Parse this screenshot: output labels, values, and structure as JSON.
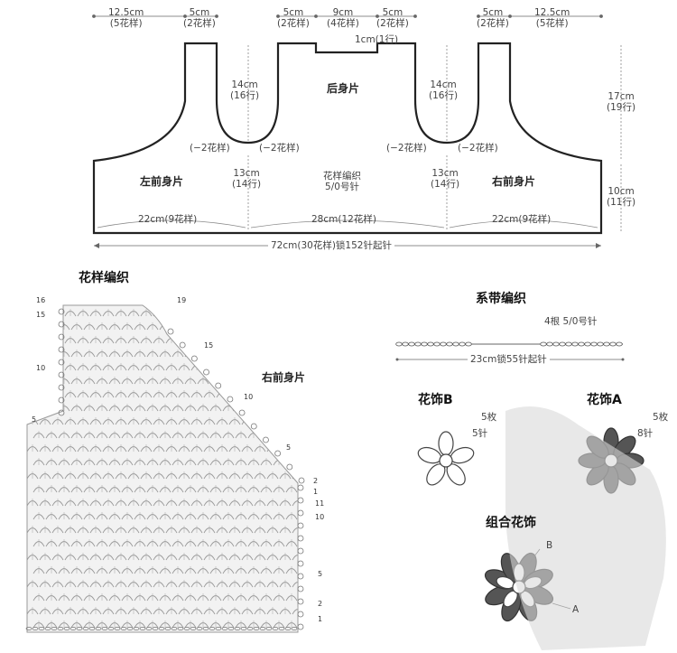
{
  "schematic": {
    "top_dims": [
      "12.5cm",
      "(5花样)",
      "5cm",
      "(2花样)",
      "5cm",
      "(2花样)",
      "9cm",
      "(4花样)",
      "5cm",
      "(2花样)",
      "5cm",
      "(2花样)",
      "12.5cm",
      "(5花样)"
    ],
    "center_1cm": "1cm(1行)",
    "back_piece": "后身片",
    "armhole_left": [
      "14cm",
      "(16行)"
    ],
    "armhole_right": [
      "14cm",
      "(16行)"
    ],
    "dec_left_a": "(−2花样)",
    "dec_left_b": "(−2花样)",
    "dec_right_a": "(−2花样)",
    "dec_right_b": "(−2花样)",
    "side_left": [
      "13cm",
      "(14行)"
    ],
    "side_right": [
      "13cm",
      "(14行)"
    ],
    "left_front": "左前身片",
    "right_front": "右前身片",
    "pattern_center": [
      "花样编织",
      "5/0号针"
    ],
    "right_17": [
      "17cm",
      "(19行)"
    ],
    "right_10": [
      "10cm",
      "(11行)"
    ],
    "bottom_left": "22cm(9花样)",
    "bottom_mid": "28cm(12花样)",
    "bottom_right": "22cm(9花样)",
    "total": "72cm(30花样)锁152针起针"
  },
  "chart": {
    "title": "花样编织",
    "piece_label": "右前身片",
    "left_rows": [
      "16",
      "15",
      "10",
      "5"
    ],
    "right_rows": [
      "19",
      "15",
      "10",
      "5",
      "2",
      "1",
      "11",
      "10",
      "5",
      "2",
      "1"
    ]
  },
  "tie": {
    "title": "系带编织",
    "note": "4根 5/0号针",
    "length": "23cm锁55针起针"
  },
  "flowers": {
    "b_title": "花饰B",
    "b_count": "5枚",
    "b_stitches": "5针",
    "a_title": "花饰A",
    "a_count": "5枚",
    "a_stitches": "8针",
    "combo_title": "组合花饰",
    "label_b": "B",
    "label_a": "A",
    "petal_color_a": "#555555",
    "petal_color_b": "#ffffff"
  }
}
